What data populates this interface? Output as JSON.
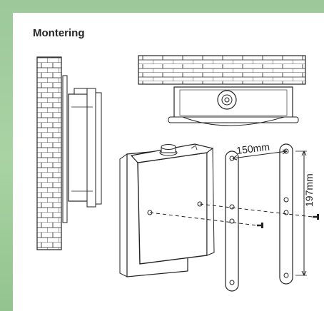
{
  "page": {
    "title": "Montering"
  },
  "diagram": {
    "dimensions": {
      "width_label": "150mm",
      "height_label": "197mm"
    }
  },
  "colors": {
    "frame_green": "#9dc89a",
    "panel_white": "#ffffff",
    "line": "#222222"
  }
}
